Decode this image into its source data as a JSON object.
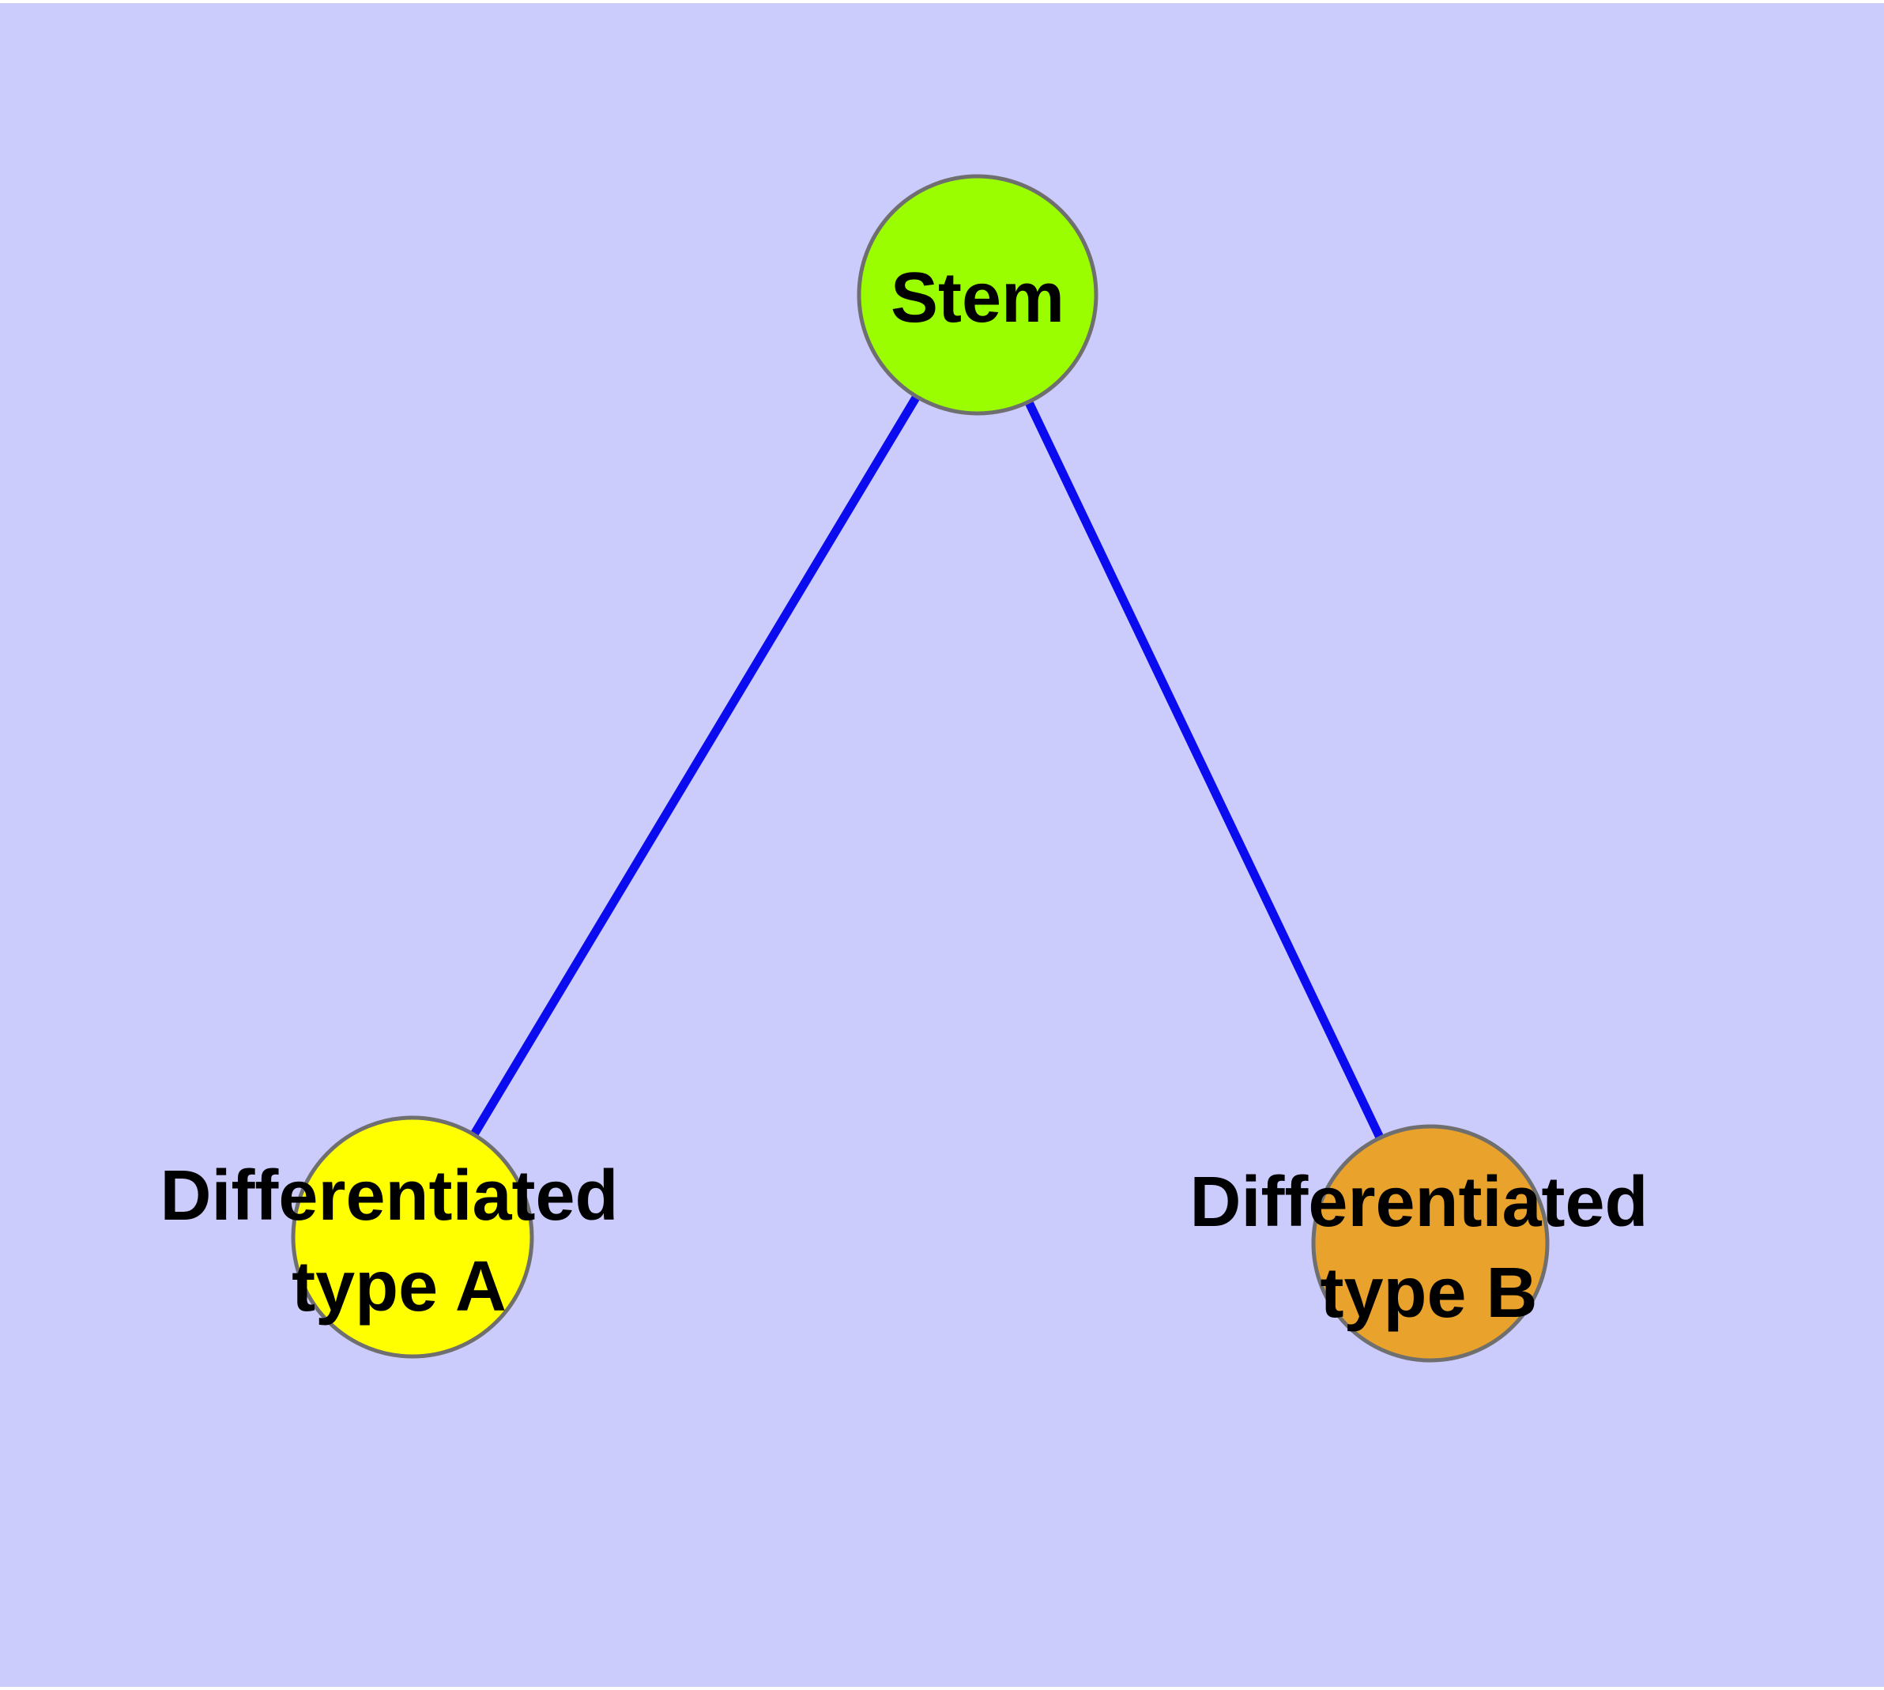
{
  "diagram": {
    "type": "node-link graph (cell differentiation hierarchy)",
    "colors": {
      "page_margin": "#FFFFFF",
      "background": "#CBCBFC",
      "edge": "#0B0BF0",
      "node_border": "#6F6F6F",
      "label_text": "#000000"
    },
    "nodes": [
      {
        "id": "stem",
        "label": "Stem",
        "fill": "#9AFE00"
      },
      {
        "id": "type-a",
        "label_line1": "Differentiated",
        "label_line2": "type A",
        "fill": "#FFFF00"
      },
      {
        "id": "type-b",
        "label_line1": "Differentiated",
        "label_line2": "type B",
        "fill": "#E9A22B"
      }
    ],
    "edges": [
      {
        "from": "Stem",
        "to": "Differentiated type A"
      },
      {
        "from": "Stem",
        "to": "Differentiated type B"
      }
    ]
  }
}
